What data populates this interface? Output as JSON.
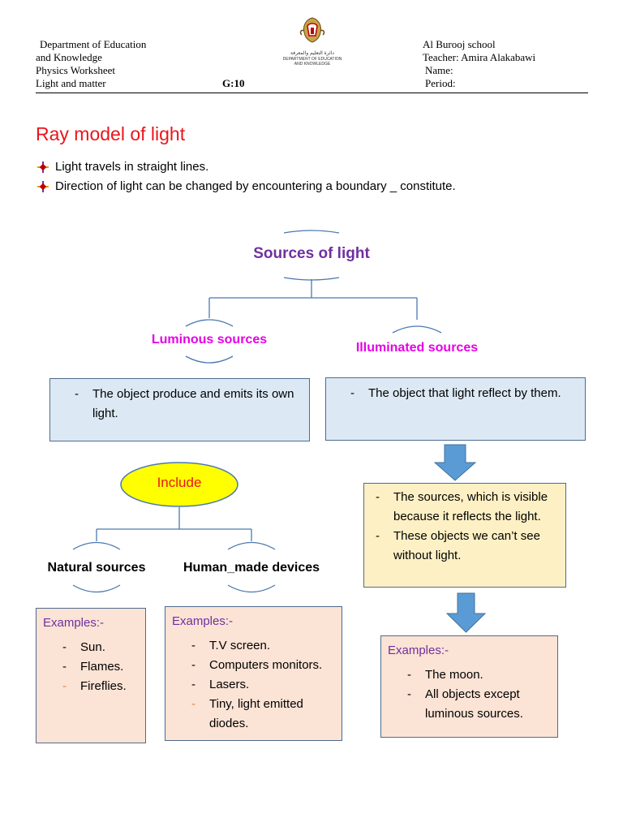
{
  "header": {
    "left_lines": [
      "Department of Education",
      "and Knowledge",
      "Physics Worksheet",
      "Light and matter"
    ],
    "grade": "G:10",
    "logo_text_ar": "دائرة التعليم والمعرفة",
    "logo_text_en_1": "DEPARTMENT OF EDUCATION",
    "logo_text_en_2": "AND KNOWLEDGE",
    "right_lines": [
      "Al Burooj school",
      "Teacher: Amira Alakabawi",
      "Name:",
      "Period:"
    ]
  },
  "title": "Ray model of light",
  "bullets": [
    "Light travels in straight lines.",
    "Direction of light can be changed by encountering a boundary _ constitute."
  ],
  "diagram": {
    "root": "Sources of light",
    "luminous_label": "Luminous sources",
    "illuminated_label": "Illuminated sources",
    "luminous_def": "The object produce and emits its own light.",
    "illuminated_def": "The object that light reflect by them.",
    "include_label": "Include",
    "natural_label": "Natural sources",
    "human_label": "Human_made devices",
    "illuminated_notes": [
      "The sources, which is visible because it reflects the light.",
      "These objects we can’t see without light."
    ],
    "examples_label": "Examples:-",
    "natural_examples": [
      "Sun.",
      "Flames.",
      "Fireflies."
    ],
    "human_examples": [
      "T.V screen.",
      "Computers monitors.",
      "Lasers.",
      "Tiny, light emitted diodes."
    ],
    "illuminated_examples": [
      "The moon.",
      "All objects except luminous sources."
    ]
  },
  "colors": {
    "title_red": "#e8161b",
    "purple": "#7030a0",
    "magenta": "#e600e6",
    "connector_blue": "#4a79b0",
    "arrow_blue": "#5b9bd5",
    "box_blue": "#dce9f5",
    "box_yellow": "#fdf0c4",
    "box_peach": "#fbe3d5",
    "ellipse_yellow": "#ffff00"
  }
}
